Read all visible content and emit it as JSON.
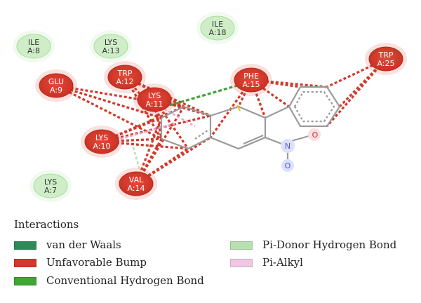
{
  "residues": [
    {
      "id": "ile8",
      "line1": "ILE",
      "line2": "A:8",
      "type": "vdw"
    },
    {
      "id": "lys13",
      "line1": "LYS",
      "line2": "A:13",
      "type": "vdw"
    },
    {
      "id": "ile18",
      "line1": "ILE",
      "line2": "A:18",
      "type": "vdw"
    },
    {
      "id": "glu9",
      "line1": "GLU",
      "line2": "A:9",
      "type": "bump"
    },
    {
      "id": "trp12",
      "line1": "TRP",
      "line2": "A:12",
      "type": "bump"
    },
    {
      "id": "lys11",
      "line1": "LYS",
      "line2": "A:11",
      "type": "bump"
    },
    {
      "id": "phe15",
      "line1": "PHE",
      "line2": "A:15",
      "type": "bump"
    },
    {
      "id": "trp25",
      "line1": "TRP",
      "line2": "A:25",
      "type": "bump"
    },
    {
      "id": "lys10",
      "line1": "LYS",
      "line2": "A:10",
      "type": "bump"
    },
    {
      "id": "val14",
      "line1": "VAL",
      "line2": "A:14",
      "type": "bump"
    },
    {
      "id": "lys7",
      "line1": "LYS",
      "line2": "A:7",
      "type": "vdw"
    }
  ],
  "atom_labels": {
    "nitrogen": "N",
    "oxygen_top": "O",
    "oxygen_bottom": "O"
  },
  "legend": {
    "title": "Interactions",
    "items": [
      {
        "id": "vdw",
        "label": "van der Waals",
        "color": "#2e8b57"
      },
      {
        "id": "bump",
        "label": "Unfavorable Bump",
        "color": "#d0392b"
      },
      {
        "id": "hbond",
        "label": "Conventional Hydrogen Bond",
        "color": "#3fa535"
      },
      {
        "id": "pidonor",
        "label": "Pi-Donor Hydrogen Bond",
        "color": "#b8e0b0"
      },
      {
        "id": "pialkyl",
        "label": "Pi-Alkyl",
        "color": "#f0c8e4"
      }
    ]
  },
  "colors": {
    "bump_fill": "#d83a2c",
    "bump_halo": "#f6c9c2",
    "vdw_fill": "#cfeec8",
    "vdw_stroke": "#a8dba0",
    "bump_line": "#d0392b",
    "hbond_line": "#3fa535",
    "bond": "#9a9a9a",
    "nitrogen": "#4a55d6",
    "oxygen": "#d62828"
  }
}
